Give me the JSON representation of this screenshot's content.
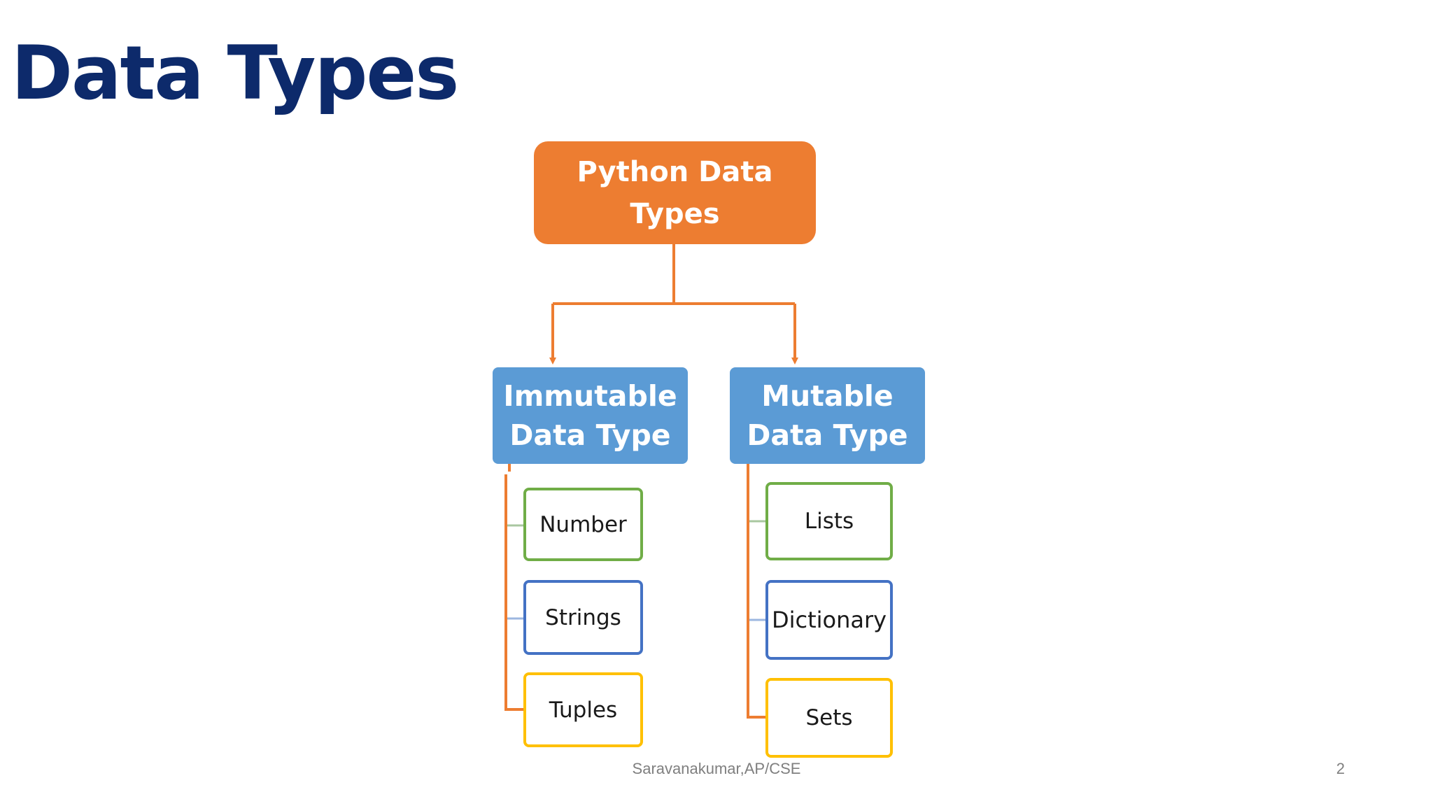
{
  "slide": {
    "title": "Data Types",
    "footer": "Saravanakumar,AP/CSE",
    "slide_number": "2"
  },
  "colors": {
    "title": "#0d2a6b",
    "root_fill": "#ed7d31",
    "category_fill": "#5b9bd5",
    "connector": "#ed7d31",
    "green": "#70ad47",
    "blue": "#4472c4",
    "yellow": "#ffc000"
  },
  "diagram": {
    "root": {
      "label": "Python Data\nTypes"
    },
    "categories": [
      {
        "label": "Immutable\nData Type",
        "items": [
          {
            "label": "Number",
            "border": "green"
          },
          {
            "label": "Strings",
            "border": "blue"
          },
          {
            "label": "Tuples",
            "border": "yellow"
          }
        ]
      },
      {
        "label": "Mutable\nData Type",
        "items": [
          {
            "label": "Lists",
            "border": "green"
          },
          {
            "label": "Dictionary",
            "border": "blue"
          },
          {
            "label": "Sets",
            "border": "yellow"
          }
        ]
      }
    ]
  }
}
